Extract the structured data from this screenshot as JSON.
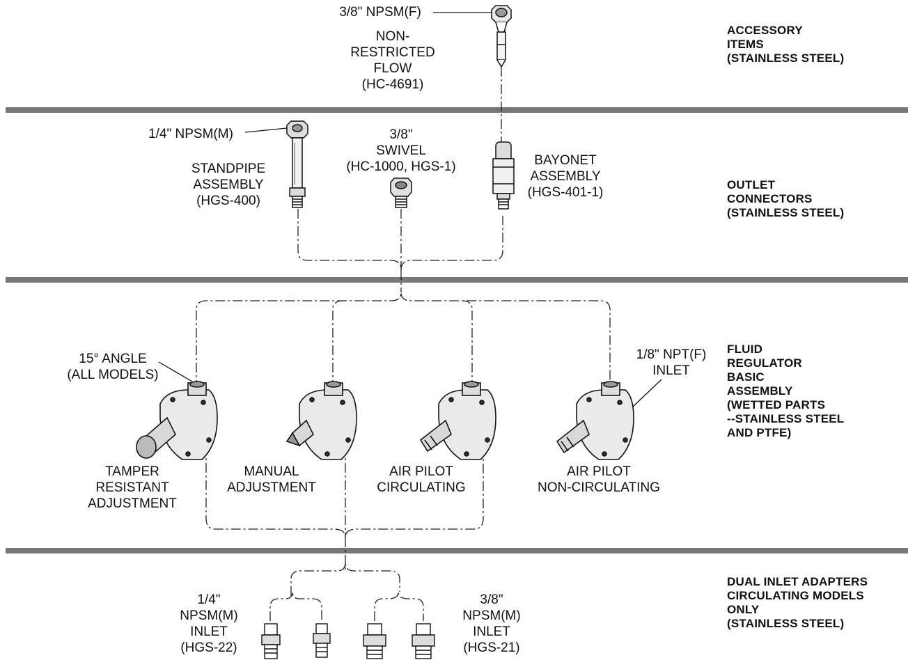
{
  "sections": [
    "ACCESSORY\nITEMS\n(STAINLESS STEEL)",
    "OUTLET\nCONNECTORS\n(STAINLESS STEEL)",
    "FLUID\nREGULATOR\nBASIC\nASSEMBLY\n(WETTED PARTS\n--STAINLESS STEEL\nAND PTFE)",
    "DUAL INLET ADAPTERS\nCIRCULATING MODELS\nONLY\n(STAINLESS STEEL)"
  ],
  "accessory": {
    "fitting_label": "3/8\" NPSM(F)",
    "description": "NON-\nRESTRICTED\nFLOW\n(HC-4691)"
  },
  "outlets": {
    "standpipe_thread": "1/4\" NPSM(M)",
    "standpipe": "STANDPIPE\nASSEMBLY\n(HGS-400)",
    "swivel": "3/8\"\nSWIVEL\n(HC-1000, HGS-1)",
    "bayonet": "BAYONET\nASSEMBLY\n(HGS-401-1)"
  },
  "regulators": {
    "angle_note": "15° ANGLE\n(ALL MODELS)",
    "inlet_note": "1/8\" NPT(F)\nINLET",
    "tamper": "TAMPER\nRESISTANT\nADJUSTMENT",
    "manual": "MANUAL\nADJUSTMENT",
    "air_pilot_circ": "AIR PILOT\nCIRCULATING",
    "air_pilot_noncirc": "AIR PILOT\nNON-CIRCULATING"
  },
  "adapters": {
    "left": "1/4\"\nNPSM(M)\nINLET\n(HGS-22)",
    "right": "3/8\"\nNPSM(M)\nINLET\n(HGS-21)"
  }
}
